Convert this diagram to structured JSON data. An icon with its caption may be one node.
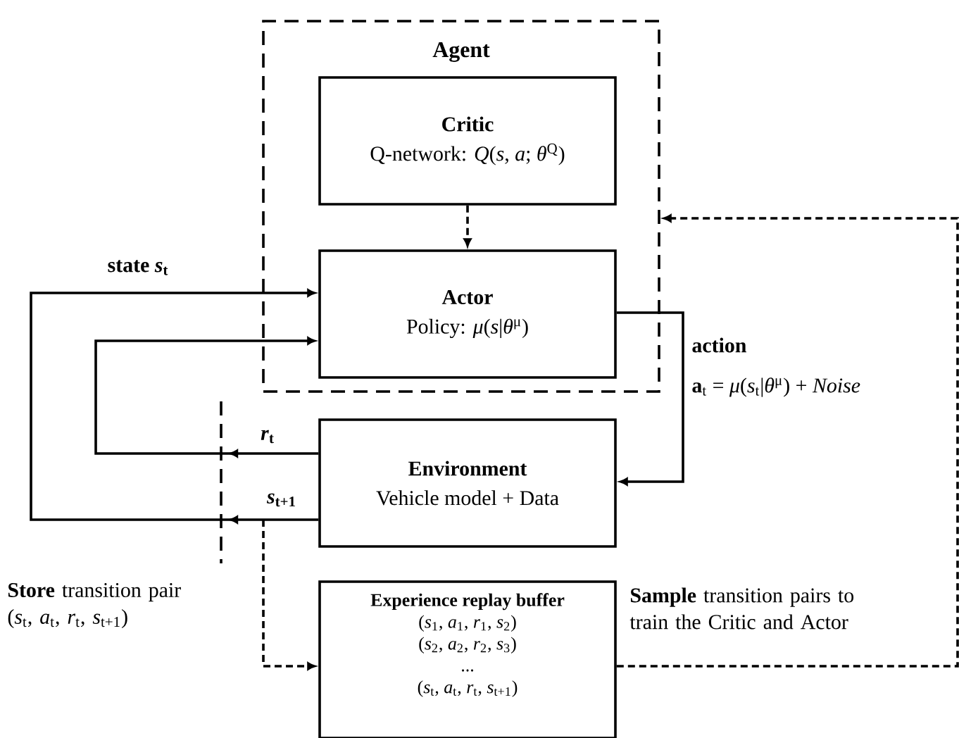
{
  "diagram": {
    "nodes": [
      {
        "text": [
          "Agent"
        ]
      },
      {
        "text": [
          "Critic",
          "Q-network: *Q*(*s*, *a*; *θ*$^{Q}$)"
        ],
        "in": 0
      },
      {
        "text": [
          "Actor",
          "Policy: *μ*(*s*|*θ*$^{μ}$)"
        ],
        "in": 0
      },
      {
        "text": [
          "Environment",
          "Vehicle model + Data"
        ]
      },
      {
        "text": [
          "Experience replay buffer",
          "(*s*$_{1}$, *a*$_{1}$, *r*$_{1}$, *s*$_{2}$)",
          "(*s*$_{2}$, *a*$_{2}$, *r*$_{2}$, *s*$_{3}$)",
          "...",
          "(*s*$_{t}$, *a*$_{t}$, *r*$_{t}$, *s*$_{t+1}$)"
        ]
      }
    ],
    "edges": [
      {
        "from": 1,
        "to": 2,
        "arrow": "to",
        "style": "dashed"
      },
      {
        "from": 2,
        "to": 3,
        "arrow": "to",
        "label": "action"
      },
      {
        "from": 3,
        "to": 2,
        "arrow": "to",
        "label": "state *s*$_{t}$"
      },
      {
        "from": 3,
        "to": 2,
        "arrow": "to",
        "label": "*r*$_{t}$"
      },
      {
        "from": null,
        "to": 4,
        "arrow": "to",
        "style": "dashed",
        "label": "**Store** transition pair (*s*$_{t}$, *a*$_{t}$, *r*$_{t}$, *s*$_{t+1}$)"
      },
      {
        "from": 4,
        "to": 0,
        "arrow": "to",
        "style": "dashed",
        "label": "**Sample** transition pairs to train the Critic and Actor"
      }
    ],
    "labels": [
      "*s*$_{t+1}$",
      "**a**$_{t}$ = *μ*(*s*$_{t}$|*θ*$^{μ}$) + *Noise*"
    ]
  }
}
